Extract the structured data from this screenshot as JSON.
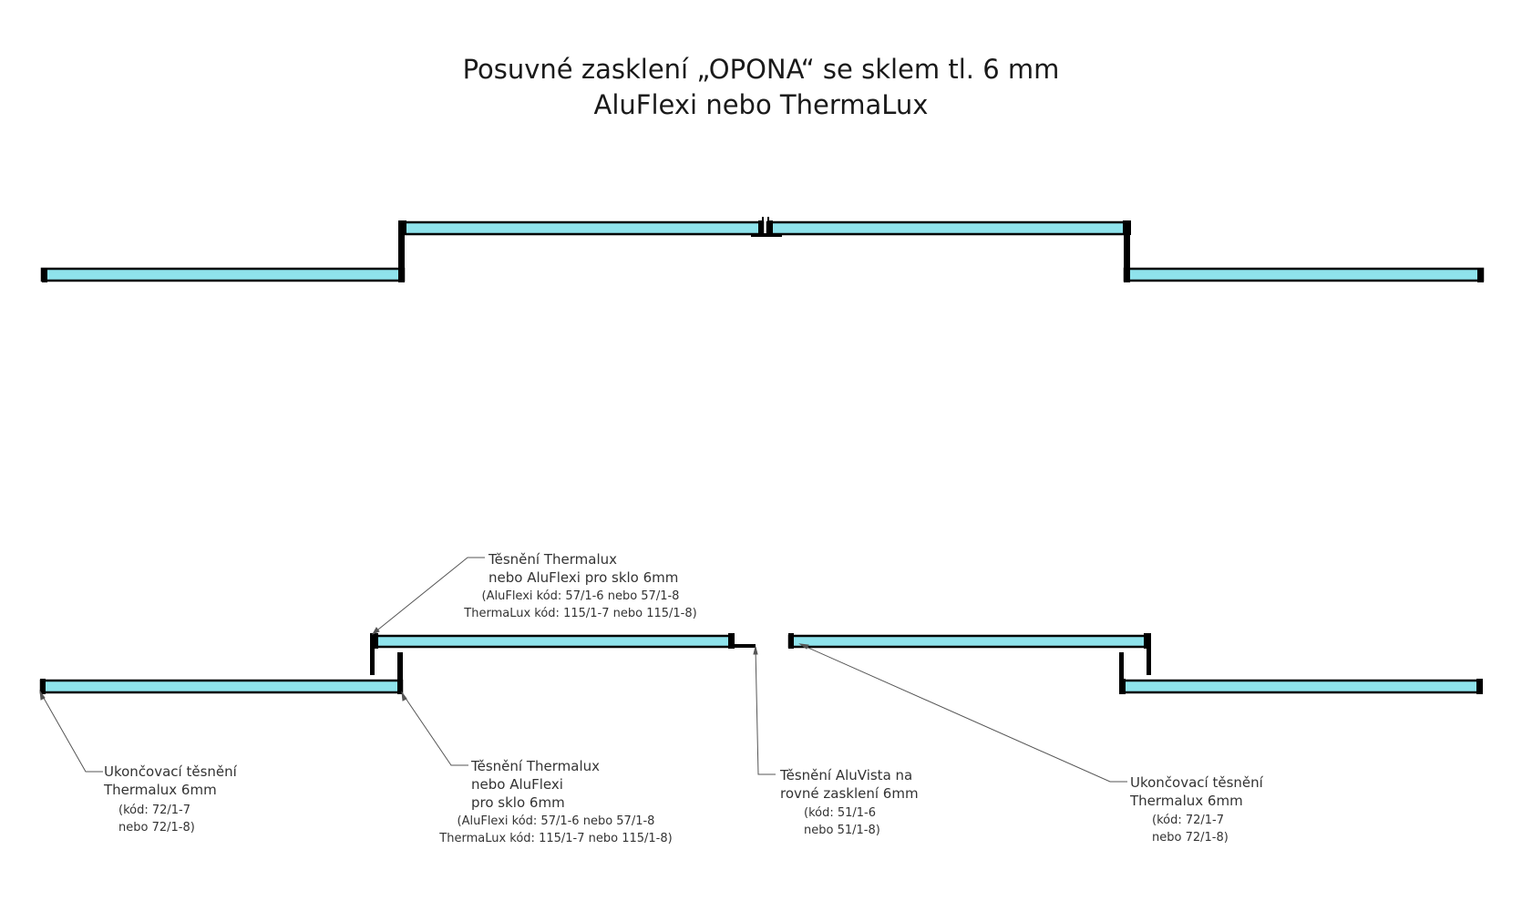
{
  "title": {
    "line1": "Posuvné zasklení „OPONA“ se sklem tl. 6 mm",
    "line2": "AluFlexi nebo ThermaLux"
  },
  "colors": {
    "glass": "#8fe3ec",
    "profile": "#000000",
    "leader": "#555555",
    "text": "#333333"
  },
  "labels": {
    "top_seal": {
      "l1": "Těsnění Thermalux",
      "l2": "nebo AluFlexi pro sklo 6mm",
      "l3": "(AluFlexi kód: 57/1-6 nebo 57/1-8",
      "l4": "ThermaLux kód: 115/1-7 nebo 115/1-8)"
    },
    "end_seal_left": {
      "l1": "Ukončovací těsnění",
      "l2": "Thermalux 6mm",
      "l3": "(kód: 72/1-7",
      "l4": "nebo 72/1-8)"
    },
    "mid_seal": {
      "l1": "Těsnění Thermalux",
      "l2": "nebo AluFlexi",
      "l3": "pro sklo 6mm",
      "l4": "(AluFlexi kód: 57/1-6 nebo 57/1-8",
      "l5": "ThermaLux kód: 115/1-7 nebo 115/1-8)"
    },
    "aluvista_seal": {
      "l1": "Těsnění AluVista na",
      "l2": "rovné zasklení 6mm",
      "l3": "(kód: 51/1-6",
      "l4": "nebo 51/1-8)"
    },
    "end_seal_right": {
      "l1": "Ukončovací těsnění",
      "l2": "Thermalux 6mm",
      "l3": "(kód: 72/1-7",
      "l4": "nebo 72/1-8)"
    }
  }
}
